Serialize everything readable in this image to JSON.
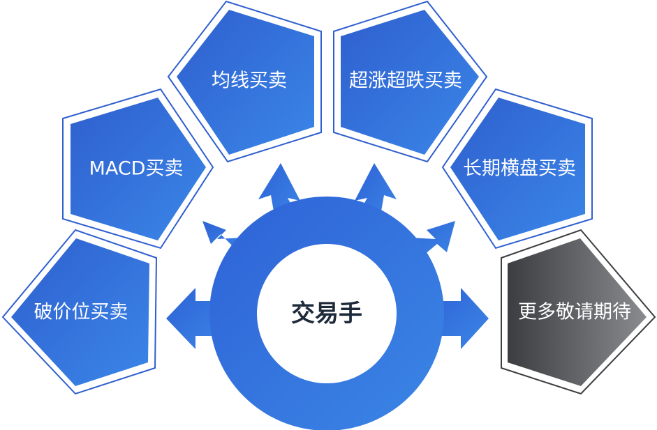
{
  "hub": {
    "label": "交易手"
  },
  "items": [
    {
      "label": "破价位买卖",
      "style": "blue"
    },
    {
      "label": "MACD买卖",
      "style": "blue"
    },
    {
      "label": "均线买卖",
      "style": "blue"
    },
    {
      "label": "超涨超跌买卖",
      "style": "blue"
    },
    {
      "label": "长期横盘买卖",
      "style": "blue"
    },
    {
      "label": "更多敬请期待",
      "style": "gray"
    }
  ],
  "colors": {
    "blue_dark": "#2f5fce",
    "blue_light": "#3a86e8",
    "gray_dark": "#3c3d40",
    "gray_light": "#8a8b8e",
    "hub_text": "#1e2a3a"
  }
}
